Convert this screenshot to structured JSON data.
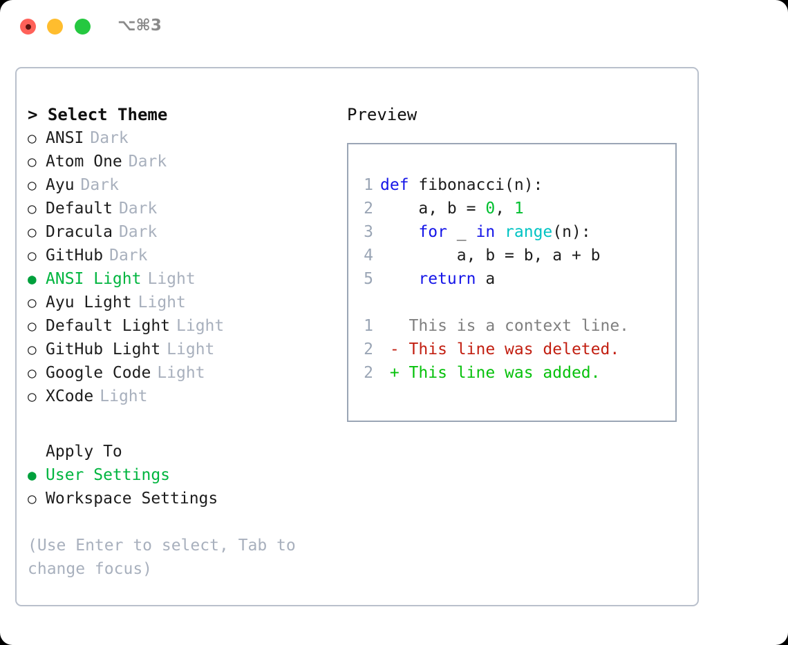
{
  "titlebar": {
    "shortcut": "⌥⌘3",
    "buttons": [
      {
        "name": "close",
        "color": "#ff6159"
      },
      {
        "name": "minimize",
        "color": "#ffbd2e"
      },
      {
        "name": "maximize",
        "color": "#25c840"
      }
    ]
  },
  "theme_panel": {
    "header": "> Select Theme",
    "themes": [
      {
        "marker": "○",
        "label": "ANSI",
        "variant": "Dark",
        "selected": false
      },
      {
        "marker": "○",
        "label": "Atom One",
        "variant": "Dark",
        "selected": false
      },
      {
        "marker": "○",
        "label": "Ayu",
        "variant": "Dark",
        "selected": false
      },
      {
        "marker": "○",
        "label": "Default",
        "variant": "Dark",
        "selected": false
      },
      {
        "marker": "○",
        "label": "Dracula",
        "variant": "Dark",
        "selected": false
      },
      {
        "marker": "○",
        "label": "GitHub",
        "variant": "Dark",
        "selected": false
      },
      {
        "marker": "●",
        "label": "ANSI Light",
        "variant": "Light",
        "selected": true
      },
      {
        "marker": "○",
        "label": "Ayu Light",
        "variant": "Light",
        "selected": false
      },
      {
        "marker": "○",
        "label": "Default Light",
        "variant": "Light",
        "selected": false
      },
      {
        "marker": "○",
        "label": "GitHub Light",
        "variant": "Light",
        "selected": false
      },
      {
        "marker": "○",
        "label": "Google Code",
        "variant": "Light",
        "selected": false
      },
      {
        "marker": "○",
        "label": "XCode",
        "variant": "Light",
        "selected": false
      }
    ],
    "apply_to": {
      "title": "Apply To",
      "options": [
        {
          "marker": "●",
          "label": "User Settings",
          "selected": true
        },
        {
          "marker": "○",
          "label": "Workspace Settings",
          "selected": false
        }
      ]
    },
    "hint": "(Use Enter to select, Tab to change focus)"
  },
  "preview": {
    "title": "Preview",
    "code_lines": [
      {
        "number": "1",
        "tokens": [
          {
            "text": "def",
            "type": "kw"
          },
          {
            "text": " fibonacci(n):",
            "type": "id"
          }
        ]
      },
      {
        "number": "2",
        "tokens": [
          {
            "text": "    a, b = ",
            "type": "id"
          },
          {
            "text": "0",
            "type": "num"
          },
          {
            "text": ", ",
            "type": "id"
          },
          {
            "text": "1",
            "type": "num"
          }
        ]
      },
      {
        "number": "3",
        "tokens": [
          {
            "text": "    ",
            "type": "id"
          },
          {
            "text": "for",
            "type": "kw"
          },
          {
            "text": " _ ",
            "type": "id"
          },
          {
            "text": "in",
            "type": "kw"
          },
          {
            "text": " ",
            "type": "id"
          },
          {
            "text": "range",
            "type": "fn"
          },
          {
            "text": "(n):",
            "type": "id"
          }
        ]
      },
      {
        "number": "4",
        "tokens": [
          {
            "text": "        a, b = b, a + b",
            "type": "id"
          }
        ]
      },
      {
        "number": "5",
        "tokens": [
          {
            "text": "    ",
            "type": "id"
          },
          {
            "text": "return",
            "type": "kw"
          },
          {
            "text": " a",
            "type": "id"
          }
        ]
      }
    ],
    "diff_lines": [
      {
        "number": "1",
        "prefix": "  ",
        "text": "This is a context line.",
        "kind": "ctx"
      },
      {
        "number": "2",
        "prefix": "- ",
        "text": "This line was deleted.",
        "kind": "del"
      },
      {
        "number": "2",
        "prefix": "+ ",
        "text": "This line was added.",
        "kind": "add"
      }
    ]
  },
  "colors": {
    "accent_green": "#00b53f",
    "muted": "#a8b0bd",
    "keyword": "#1515e8",
    "function": "#00c3c3",
    "number": "#00bf2f",
    "diff_delete": "#c21f11",
    "diff_add": "#06c10b",
    "border": "#b9c0cc",
    "preview_border": "#9aa5b5"
  }
}
